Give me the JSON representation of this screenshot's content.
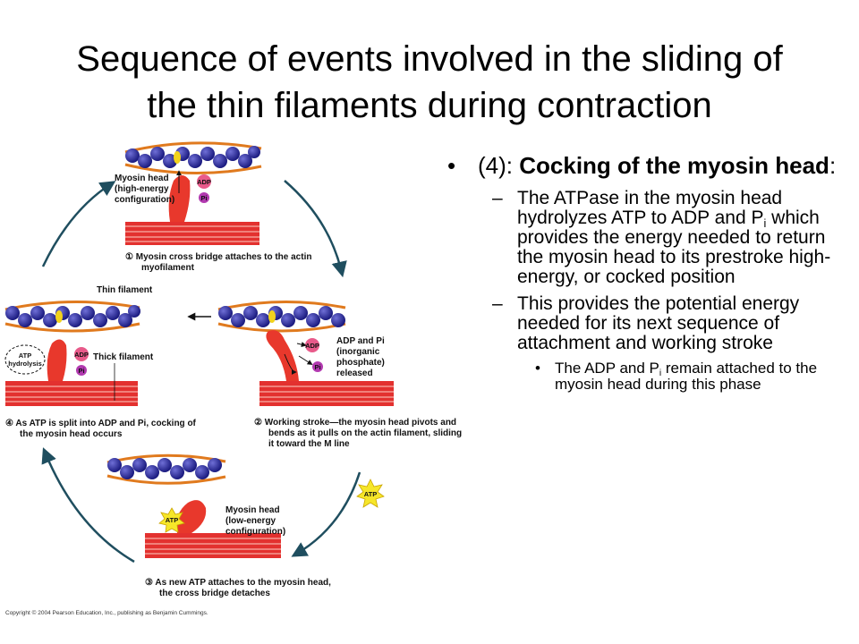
{
  "slide": {
    "title_line1": "Sequence of events involved in the sliding of",
    "title_line2": "the thin filaments during contraction"
  },
  "bullets": {
    "main_prefix": "(4): ",
    "main_bold": "Cocking of the myosin head",
    "main_suffix": ":",
    "sub1_part1": "The ATPase in the myosin head hydrolyzes ATP to ADP and P",
    "sub1_subscript": "i",
    "sub1_part2": " which provides the energy needed to return the myosin head to its prestroke high-energy, or cocked position",
    "sub2": "This provides the potential energy needed for its next sequence of attachment and working stroke",
    "sub3_part1": "The ADP and P",
    "sub3_subscript": "i",
    "sub3_part2": " remain attached to the myosin head during this phase"
  },
  "figure": {
    "step1": {
      "head_l1": "Myosin head",
      "head_l2": "(high-energy",
      "head_l3": "configuration)",
      "adp": "ADP",
      "pi": "Pi",
      "caption_l1": "① Myosin cross bridge attaches to the actin",
      "caption_l2": "myofilament"
    },
    "thin_filament": "Thin filament",
    "step2": {
      "released_l1": "ADP and Pi",
      "released_l2": "(inorganic",
      "released_l3": "phosphate)",
      "released_l4": "released",
      "adp": "ADP",
      "pi": "Pi",
      "caption_l1": "② Working stroke—the myosin head pivots and",
      "caption_l2": "bends as it pulls on the actin filament, sliding",
      "caption_l3": "it toward the M line"
    },
    "step3": {
      "head_l1": "Myosin head",
      "head_l2": "(low-energy",
      "head_l3": "configuration)",
      "atp": "ATP",
      "free_atp": "ATP",
      "caption_l1": "③ As new ATP attaches to the myosin head,",
      "caption_l2": "the cross bridge detaches"
    },
    "step4": {
      "hydrolysis_l1": "ATP",
      "hydrolysis_l2": "hydrolysis",
      "adp": "ADP",
      "pi": "Pi",
      "thick_filament": "Thick filament",
      "caption_l1": "④ As ATP is split into ADP and Pi, cocking of",
      "caption_l2": "the myosin head occurs"
    },
    "copyright": "Copyright © 2004 Pearson Education, Inc., publishing as Benjamin Cummings."
  },
  "colors": {
    "actin": "#2a2a9c",
    "actin_highlight": "#6f6fd6",
    "tropomyosin": "#e07a1e",
    "binding_site": "#f2d21c",
    "thick_filament": "#e3312f",
    "myosin_head": "#e8382c",
    "adp": "#e85a8a",
    "pi": "#b23ab0",
    "atp": "#f6e629",
    "cycle_arrow": "#1f4e5f"
  }
}
